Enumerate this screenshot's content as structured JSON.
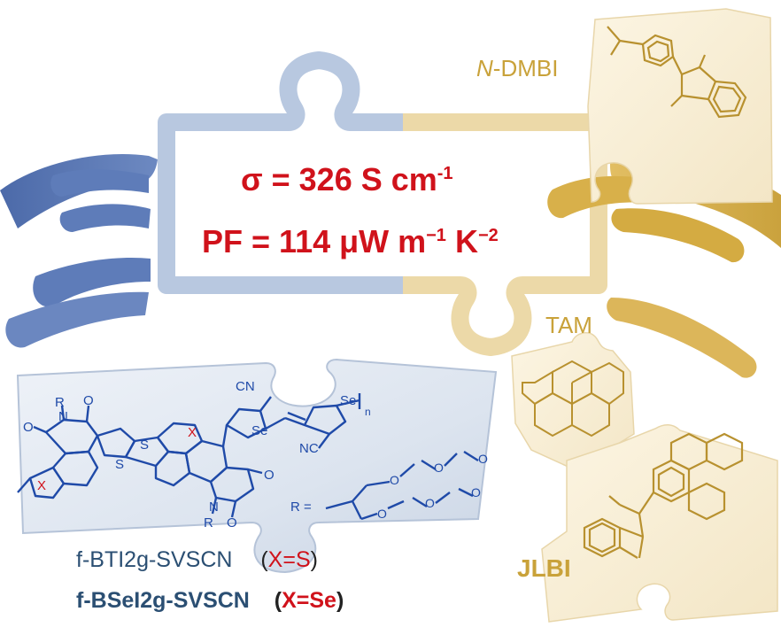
{
  "metrics": {
    "sigma_prefix": "σ = 326 S cm",
    "sigma_sup": "-1",
    "pf_prefix": "PF = 114 μW m",
    "pf_sup1": "−1",
    "pf_mid": " K",
    "pf_sup2": "−2"
  },
  "dopants": {
    "ndmbi_italic": "N",
    "ndmbi_rest": "-DMBI",
    "tam": "TAM",
    "jlbi": "JLBI"
  },
  "polymers": {
    "p1_name": "f-BTI2g-SVSCN",
    "p1_x_open": "(",
    "p1_x_val": "X=S",
    "p1_x_close": ")",
    "p2_name": "f-BSeI2g-SVSCN",
    "p2_x_open": "(",
    "p2_x_val": "X=Se",
    "p2_x_close": ")"
  },
  "structure_labels": {
    "cn_top": "CN",
    "se_top": "Se",
    "n_sub": "n",
    "se_mid": "Se",
    "nc": "NC",
    "x1": "X",
    "x2": "X",
    "s1": "S",
    "s2": "S",
    "o1": "O",
    "o2": "O",
    "o3": "O",
    "o4": "O",
    "n1": "N",
    "n2": "N",
    "r1": "R",
    "r2": "R",
    "r_def": "R =",
    "o_a": "O",
    "o_b": "O",
    "o_c": "O",
    "o_d": "O",
    "o_e": "O",
    "o_f": "O"
  },
  "colors": {
    "sigma_red": "#d0121b",
    "hand_blue": "#5b78b4",
    "hand_gold": "#d6ac45",
    "puzzle_blue": "#b9c9e0",
    "puzzle_gold": "#ead7a9",
    "structure_blue": "#1f4aa8",
    "dopant_gold": "#b8912f"
  }
}
